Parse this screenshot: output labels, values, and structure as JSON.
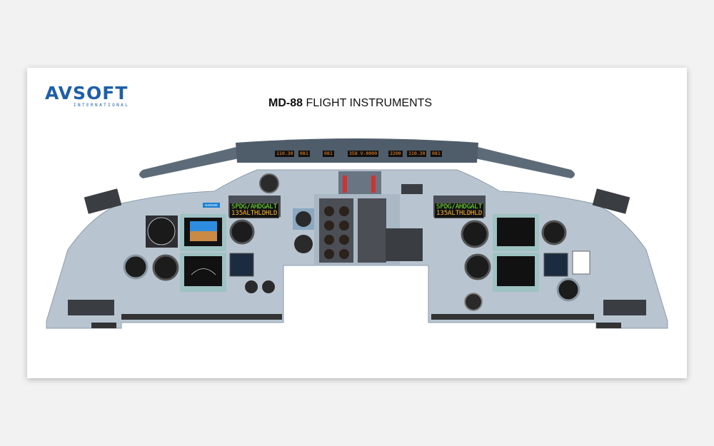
{
  "brand": {
    "name": "AVSOFT",
    "subtitle": "INTERNATIONAL"
  },
  "title": {
    "model": "MD-88",
    "text": "FLIGHT INSTRUMENTS"
  },
  "glareshield": {
    "displays": [
      "110.30",
      "081",
      "081",
      "358 V-0000",
      "2200",
      "110.30",
      "081"
    ]
  },
  "left_panel": {
    "tail_number": "N405WE",
    "fma": [
      "SPD",
      "G/A",
      "HDG",
      "ALT",
      "135",
      "ALT",
      "HLD",
      "HLD"
    ]
  },
  "right_panel": {
    "fma": [
      "SPD",
      "G/A",
      "HDG",
      "ALT",
      "135",
      "ALT",
      "HLD",
      "HLD"
    ]
  },
  "colors": {
    "panel": "#b8c5d1",
    "glareshield": "#5d6b79",
    "brand": "#1f5fa8"
  }
}
